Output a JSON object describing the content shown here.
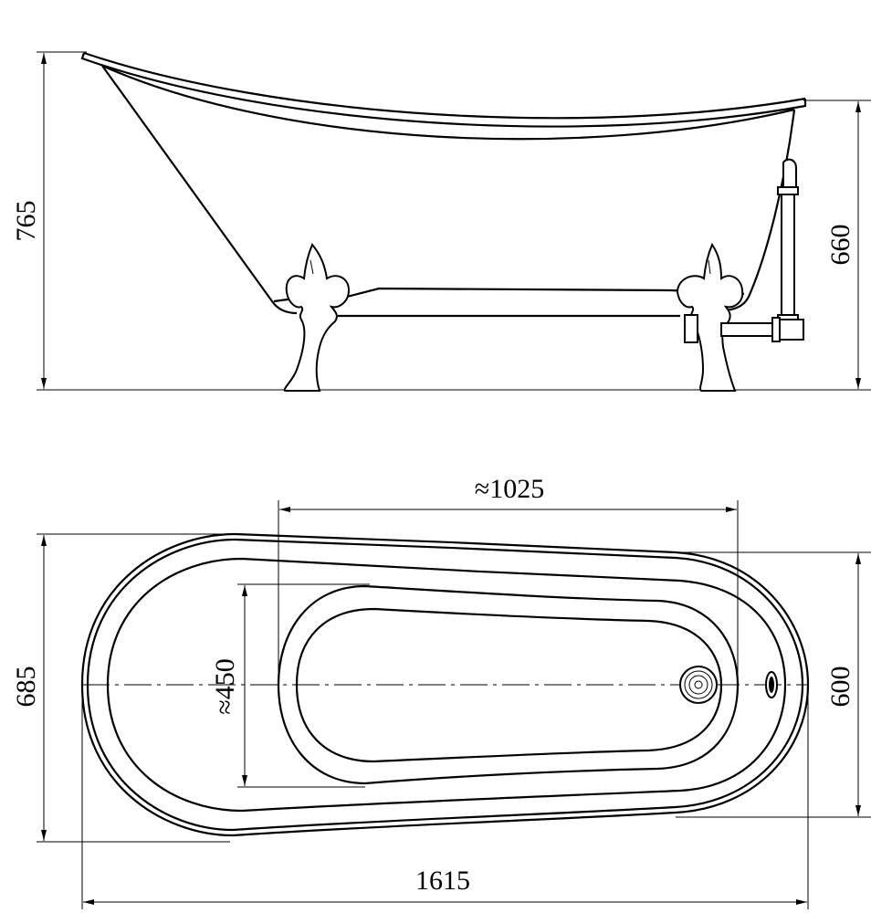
{
  "side_view": {
    "overall_height": "765",
    "rim_height": "660"
  },
  "top_view": {
    "overall_width": "685",
    "end_width": "600",
    "overall_length": "1615",
    "bottom_length": "≈1025",
    "bottom_width": "≈450"
  },
  "colors": {
    "line": "#000000",
    "background": "#ffffff"
  }
}
